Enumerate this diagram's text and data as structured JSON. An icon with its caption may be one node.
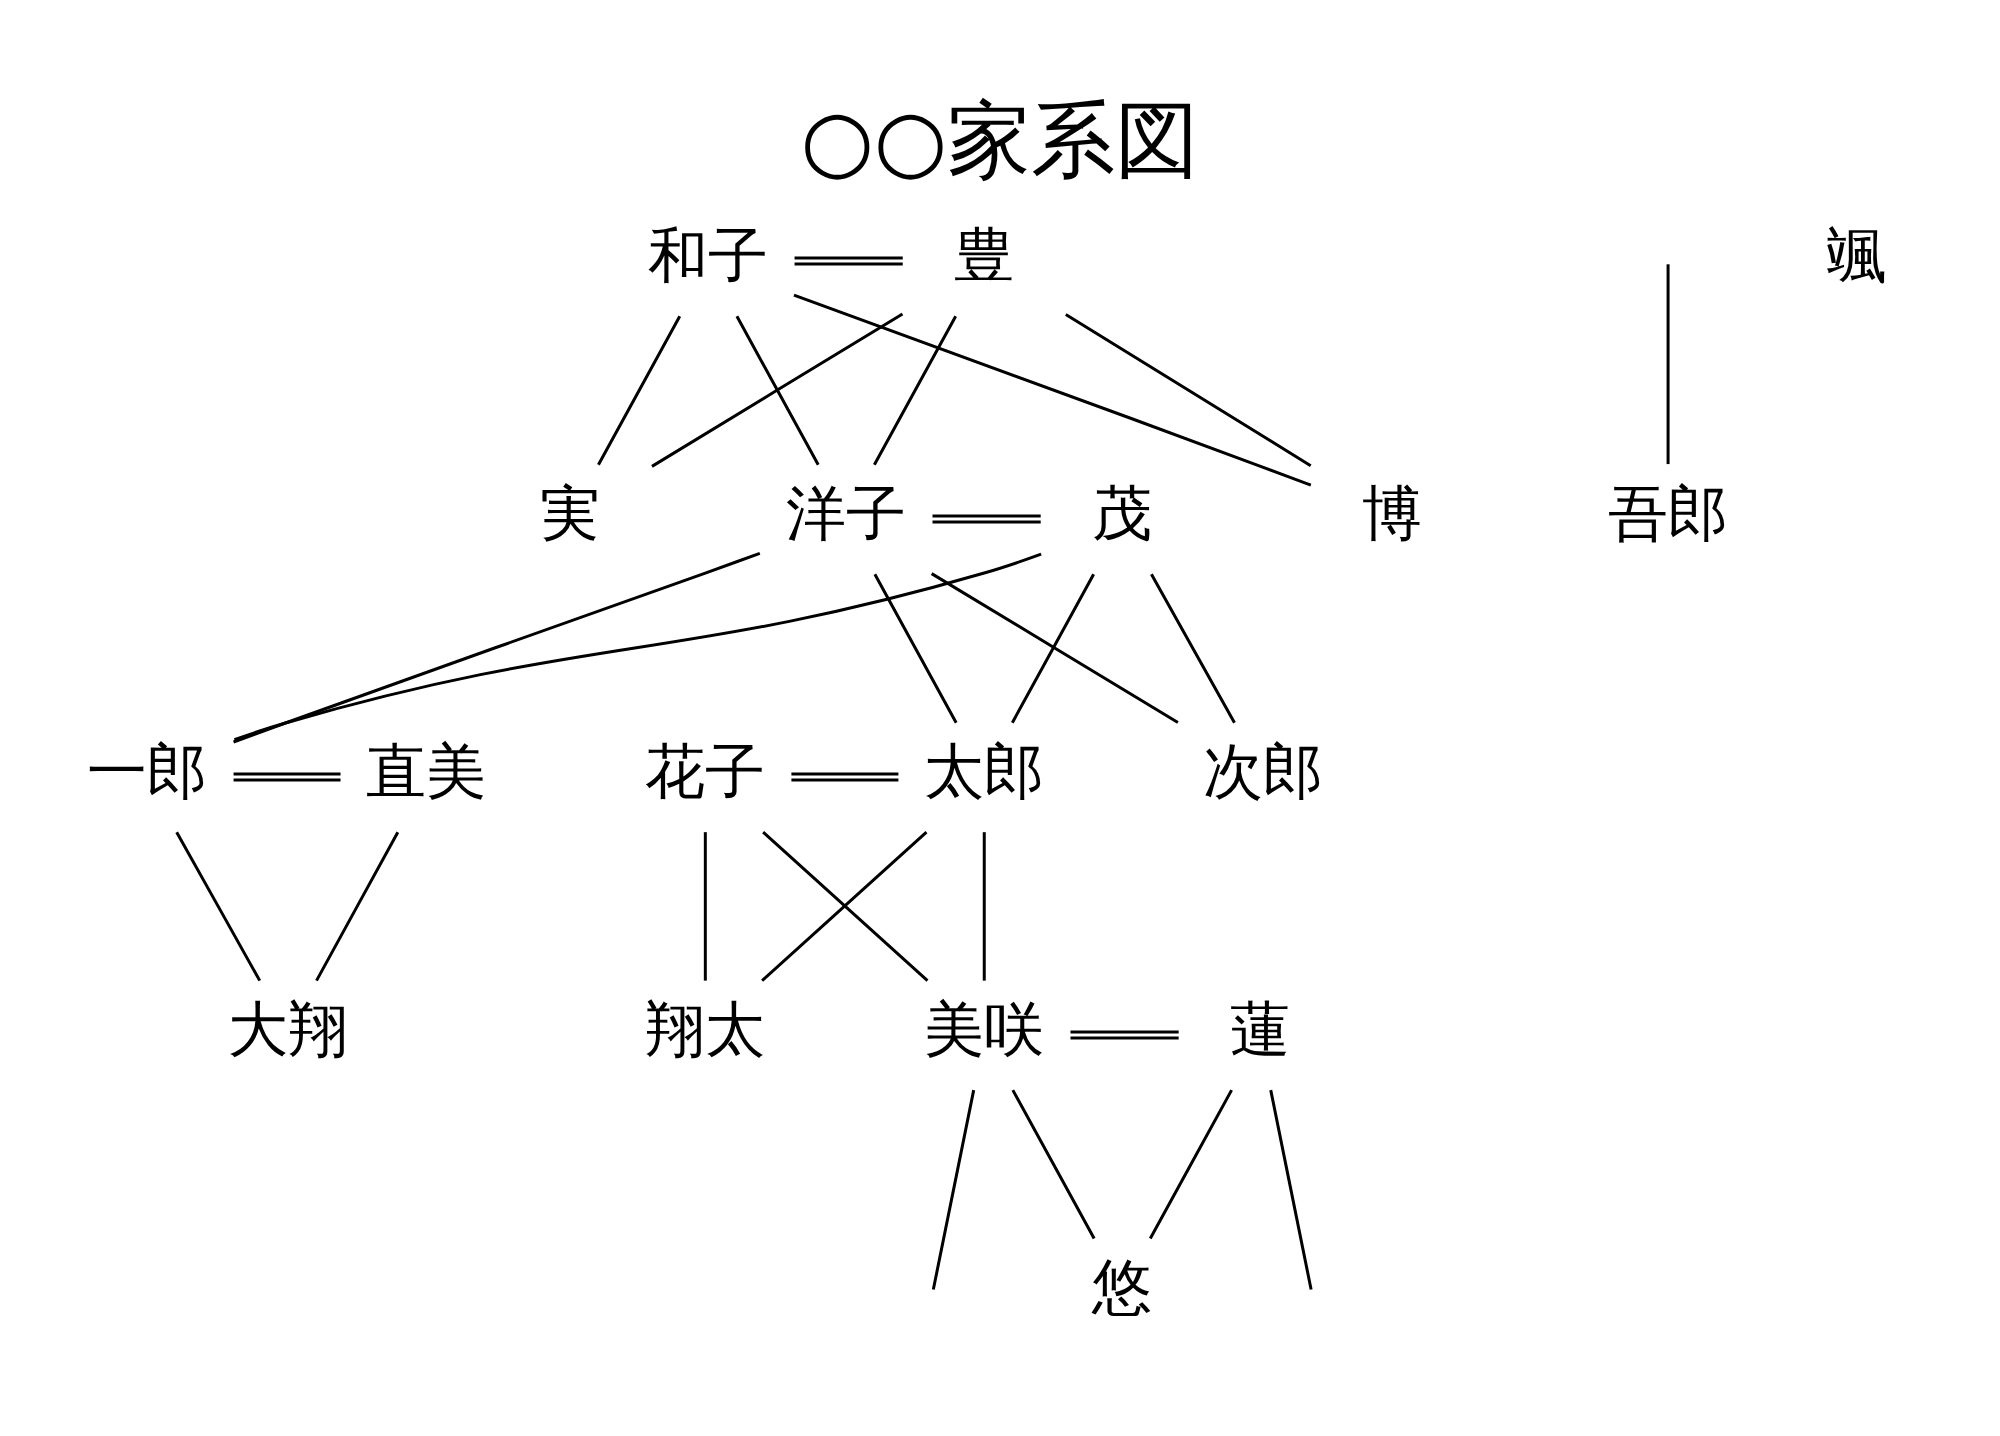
{
  "diagram": {
    "title": "○○家系図",
    "nodes": [
      {
        "text": [
          "和子"
        ]
      },
      {
        "text": [
          "豊"
        ]
      },
      {
        "text": [
          "実"
        ]
      },
      {
        "text": [
          "洋子"
        ]
      },
      {
        "text": [
          "茂"
        ]
      },
      {
        "text": [
          "博"
        ]
      },
      {
        "text": [
          "一郎"
        ]
      },
      {
        "text": [
          "直美"
        ]
      },
      {
        "text": [
          "次郎"
        ]
      },
      {
        "text": [
          "花子"
        ]
      },
      {
        "text": [
          "太郎"
        ]
      },
      {
        "text": [
          "大翔"
        ]
      },
      {
        "text": [
          "吾郎"
        ]
      },
      {
        "text": [
          "翔太"
        ]
      },
      {
        "text": [
          "美咲"
        ]
      },
      {
        "text": [
          "蓮"
        ]
      },
      {
        "text": [
          "悠"
        ]
      },
      {
        "text": [
          "颯"
        ]
      }
    ],
    "edges": [
      {
        "from": 0,
        "to": 1,
        "arrow": "none"
      },
      {
        "from": 0,
        "to": 5,
        "arrow": "none"
      },
      {
        "from": 1,
        "to": 5,
        "arrow": "none"
      },
      {
        "from": 0,
        "to": 3,
        "arrow": "none"
      },
      {
        "from": 1,
        "to": 3,
        "arrow": "none"
      },
      {
        "from": 0,
        "to": 2,
        "arrow": "none"
      },
      {
        "from": 1,
        "to": 2,
        "arrow": "none"
      },
      {
        "from": 3,
        "to": 4,
        "arrow": "none"
      },
      {
        "from": 3,
        "to": 8,
        "arrow": "none"
      },
      {
        "from": 4,
        "to": 8,
        "arrow": "none"
      },
      {
        "from": 3,
        "to": 10,
        "arrow": "none"
      },
      {
        "from": 4,
        "to": 10,
        "arrow": "none"
      },
      {
        "from": 3,
        "to": 6,
        "arrow": "none"
      },
      {
        "from": 4,
        "to": 6,
        "arrow": "none"
      },
      {
        "from": 6,
        "to": 7,
        "arrow": "none"
      },
      {
        "from": 6,
        "to": 11,
        "arrow": "none"
      },
      {
        "from": 7,
        "to": 11,
        "arrow": "none"
      },
      {
        "from": null,
        "to": 12,
        "arrow": "none"
      },
      {
        "from": 9,
        "to": 10,
        "arrow": "none"
      },
      {
        "from": 9,
        "to": 13,
        "arrow": "none"
      },
      {
        "from": 10,
        "to": 13,
        "arrow": "none"
      },
      {
        "from": 9,
        "to": 14,
        "arrow": "none"
      },
      {
        "from": 10,
        "to": 14,
        "arrow": "none"
      },
      {
        "from": 14,
        "to": 15,
        "arrow": "none"
      },
      {
        "from": 14,
        "to": 16,
        "arrow": "none"
      },
      {
        "from": 15,
        "to": 16,
        "arrow": "none"
      },
      {
        "from": 14,
        "to": null,
        "arrow": "none"
      },
      {
        "from": 15,
        "to": null,
        "arrow": "none"
      }
    ]
  }
}
